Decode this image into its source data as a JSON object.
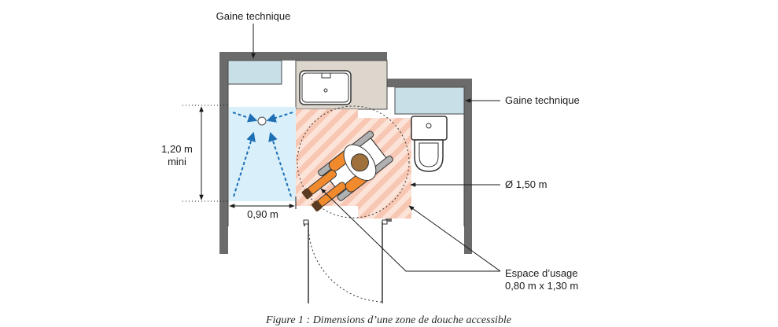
{
  "labels": {
    "gaine_top": "Gaine technique",
    "gaine_right": "Gaine technique",
    "height_dim_line1": "1,20 m",
    "height_dim_line2": "mini",
    "width_dim": "0,90 m",
    "diameter": "Ø 1,50 m",
    "usage_line1": "Espace d’usage",
    "usage_line2": "0,80 m x 1,30 m"
  },
  "caption": "Figure 1 : Dimensions d’une zone de douche accessible",
  "colors": {
    "wall": "#6b6b6b",
    "duct_fill": "#c9dfe8",
    "counter_fill": "#ddd6cc",
    "shower_fill": "#d9f0fa",
    "usage_stripe_a": "#f8c7b4",
    "usage_stripe_b": "#fbe3d8",
    "arrow_blue": "#1f6fb5",
    "person_orange": "#f08a2c"
  }
}
